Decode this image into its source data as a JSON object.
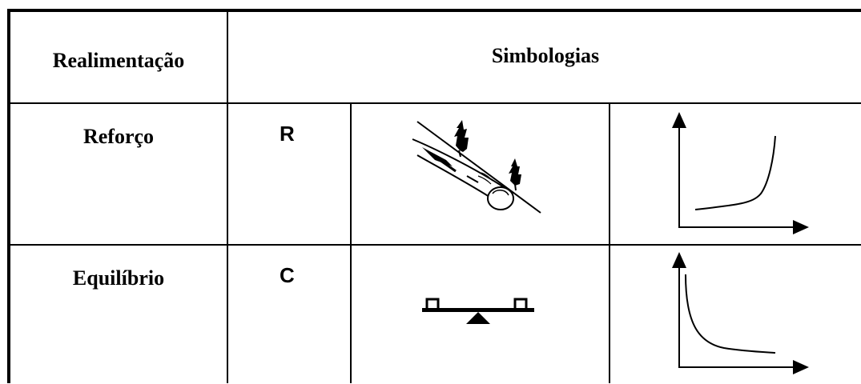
{
  "header": {
    "col1": "Realimentação",
    "col2": "Simbologias"
  },
  "rows": [
    {
      "label": "Reforço",
      "letter": "R",
      "image_icon": "snowball-rolling-downhill-icon",
      "graph_icon": "exponential-growth-graph-icon"
    },
    {
      "label": "Equilíbrio",
      "letter": "C",
      "image_icon": "seesaw-balance-icon",
      "graph_icon": "decay-to-equilibrium-graph-icon"
    }
  ]
}
